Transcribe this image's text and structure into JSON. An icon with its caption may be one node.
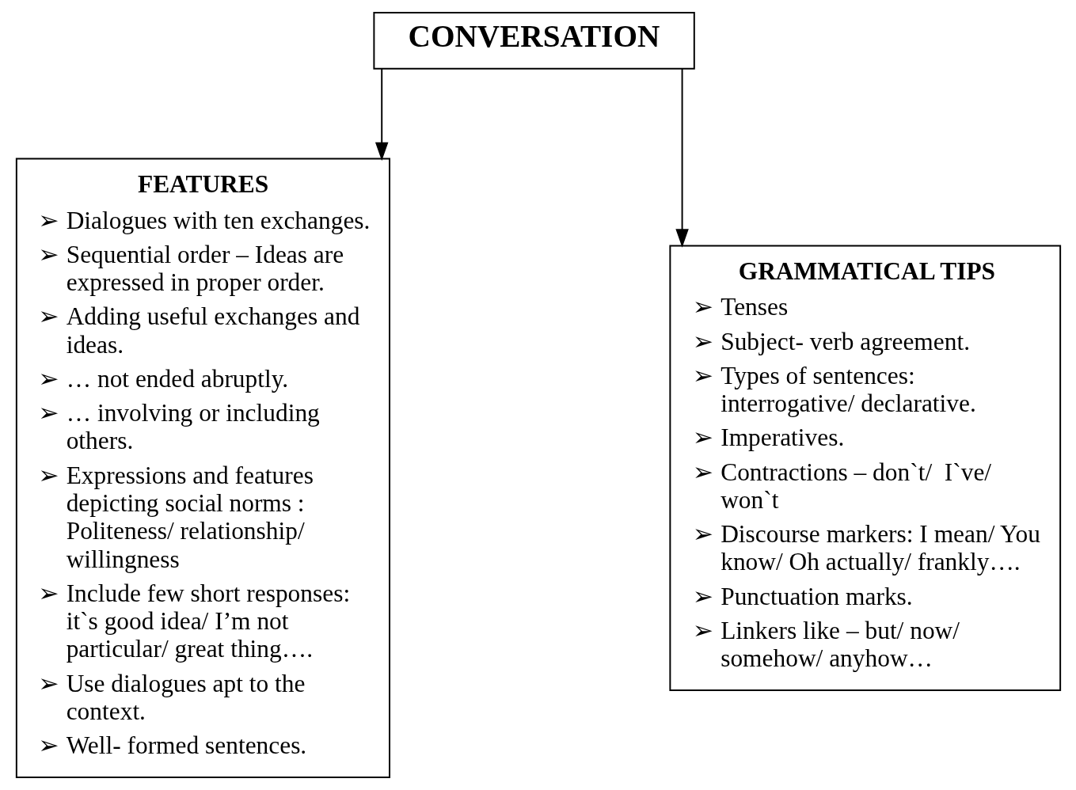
{
  "diagram": {
    "nodes": [
      {
        "text": [
          "CONVERSATION"
        ]
      },
      {
        "text": [
          "FEATURES",
          "➢ Dialogues with ten exchanges.",
          "➢ Sequential order – Ideas are expressed in proper order.",
          "➢ Adding useful exchanges and ideas.",
          "➢ … not ended abruptly.",
          "➢ … involving or including others.",
          "➢ Expressions and features depicting social norms : Politeness/ relationship/ willingness",
          "➢ Include few short responses: it`s good idea/ I’m not particular/ great thing….",
          "➢ Use dialogues apt to the context.",
          "➢ Well- formed sentences."
        ]
      },
      {
        "text": [
          "GRAMMATICAL TIPS",
          "➢ Tenses",
          "➢ Subject- verb agreement.",
          "➢ Types of sentences: interrogative/ declarative.",
          "➢ Imperatives.",
          "➢ Contractions – don`t/  I`ve/ won`t",
          "➢ Discourse markers: I mean/ You know/ Oh actually/ frankly….",
          "➢ Punctuation marks.",
          "➢ Linkers like – but/ now/ somehow/ anyhow…"
        ]
      }
    ],
    "edges": [
      {
        "from": 0,
        "to": 1,
        "arrow": "to"
      },
      {
        "from": 0,
        "to": 2,
        "arrow": "to"
      }
    ]
  }
}
